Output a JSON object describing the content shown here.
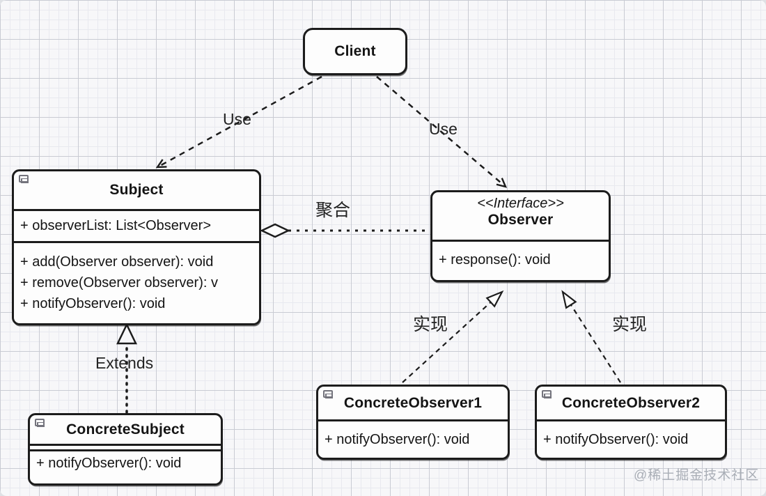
{
  "classes": {
    "client": {
      "title": "Client"
    },
    "subject": {
      "title": "Subject",
      "attributes": [
        "+ observerList: List<Observer>"
      ],
      "methods": [
        "+ add(Observer observer): void",
        "+ remove(Observer observer): v",
        "+ notifyObserver(): void"
      ]
    },
    "observer": {
      "stereotype": "<<Interface>>",
      "title": "Observer",
      "methods": [
        "+ response(): void"
      ]
    },
    "concreteSubject": {
      "title": "ConcreteSubject",
      "methods": [
        "+ notifyObserver(): void"
      ]
    },
    "concreteObserver1": {
      "title": "ConcreteObserver1",
      "methods": [
        "+ notifyObserver(): void"
      ]
    },
    "concreteObserver2": {
      "title": "ConcreteObserver2",
      "methods": [
        "+ notifyObserver(): void"
      ]
    }
  },
  "relationships": [
    {
      "from": "Client",
      "to": "Subject",
      "type": "dependency-dashed-arrow",
      "label": "Use"
    },
    {
      "from": "Client",
      "to": "Observer",
      "type": "dependency-dashed-arrow",
      "label": "Use"
    },
    {
      "from": "Subject",
      "to": "Observer",
      "type": "aggregation-diamond-dashed",
      "label": "聚合"
    },
    {
      "from": "ConcreteSubject",
      "to": "Subject",
      "type": "generalization-hollow-triangle-dotted",
      "label": "Extends"
    },
    {
      "from": "ConcreteObserver1",
      "to": "Observer",
      "type": "realization-hollow-triangle-dashed",
      "label": "实现"
    },
    {
      "from": "ConcreteObserver2",
      "to": "Observer",
      "type": "realization-hollow-triangle-dashed",
      "label": "实现"
    }
  ],
  "watermark": "@稀土掘金技术社区",
  "icons": {
    "class_badge": "mini-class-rectangle-glyph"
  },
  "colors": {
    "line": "#1c1c1c",
    "box_fill": "#fdfdfd",
    "background": "#f7f7f9",
    "grid_minor": "#e8e9ef",
    "grid_major": "#c9cbd3",
    "watermark": "#a9aeb6"
  }
}
